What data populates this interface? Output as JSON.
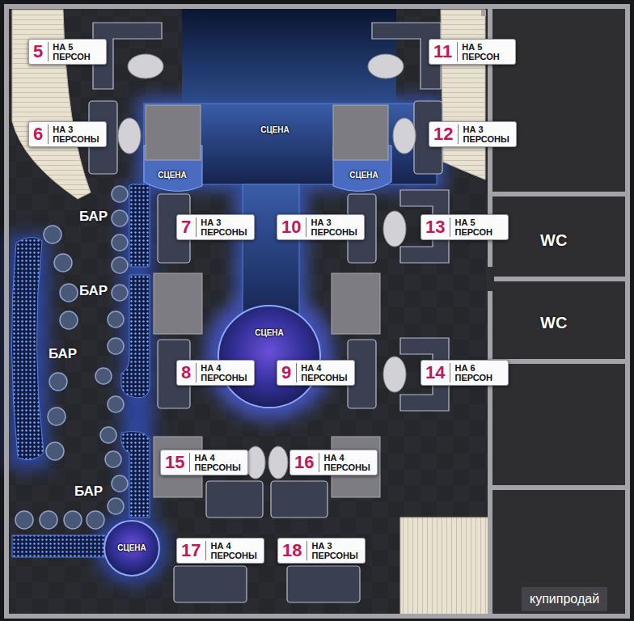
{
  "diagram": {
    "nodes": [
      {
        "text": [
          "5",
          "НА 5 ПЕРСОН"
        ]
      },
      {
        "text": [
          "11",
          "НА 5 ПЕРСОН"
        ]
      },
      {
        "text": [
          "СЦЕНА"
        ]
      },
      {
        "text": [
          "6",
          "НА 3 ПЕРСОНЫ"
        ]
      },
      {
        "text": [
          "СЦЕНА"
        ]
      },
      {
        "text": [
          "СЦЕНА"
        ]
      },
      {
        "text": [
          "12",
          "НА 3 ПЕРСОНЫ"
        ]
      },
      {
        "text": [
          "7",
          "НА 3 ПЕРСОНЫ"
        ]
      },
      {
        "text": [
          "10",
          "НА 3 ПЕРСОНЫ"
        ]
      },
      {
        "text": [
          "13",
          "НА 5 ПЕРСОН"
        ]
      },
      {
        "text": [
          "СЦЕНА"
        ]
      },
      {
        "text": [
          "8",
          "НА 4 ПЕРСОНЫ"
        ]
      },
      {
        "text": [
          "9",
          "НА 4 ПЕРСОНЫ"
        ]
      },
      {
        "text": [
          "14",
          "НА 6 ПЕРСОН"
        ]
      },
      {
        "text": [
          "15",
          "НА 4 ПЕРСОНЫ"
        ]
      },
      {
        "text": [
          "16",
          "НА 4 ПЕРСОНЫ"
        ]
      },
      {
        "text": [
          "СЦЕНА"
        ]
      },
      {
        "text": [
          "17",
          "НА 4 ПЕРСОНЫ"
        ]
      },
      {
        "text": [
          "18",
          "НА 3 ПЕРСОНЫ"
        ]
      }
    ],
    "labels": [
      "БАР",
      "БАР",
      "БАР",
      "БАР",
      "WC",
      "WC",
      "купипродай"
    ]
  }
}
